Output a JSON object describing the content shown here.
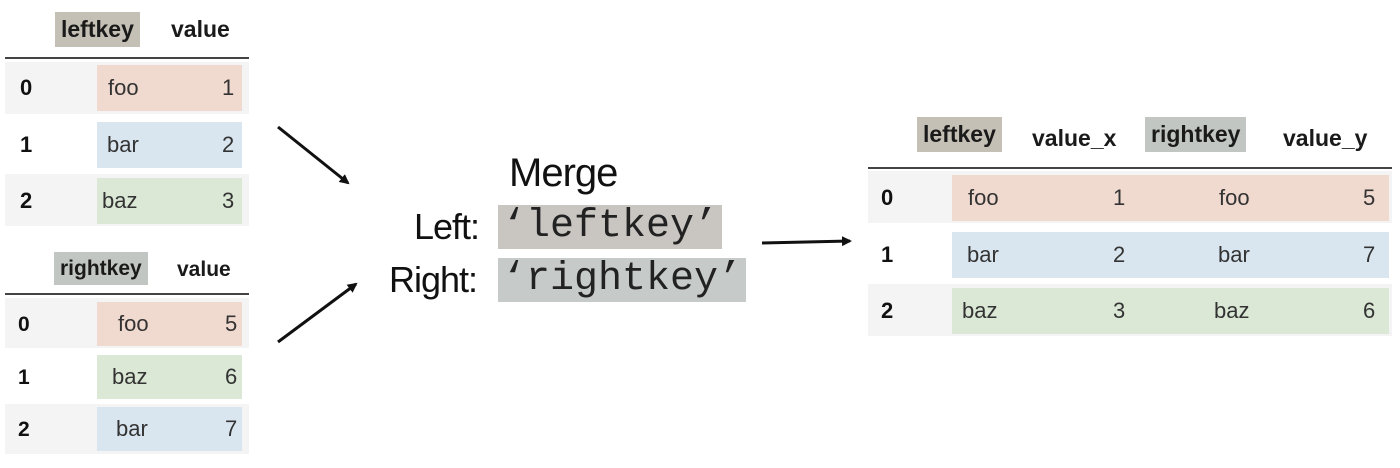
{
  "left_table": {
    "headers": [
      "leftkey",
      "value"
    ],
    "rows": [
      {
        "index": "0",
        "key": "foo",
        "value": "1"
      },
      {
        "index": "1",
        "key": "bar",
        "value": "2"
      },
      {
        "index": "2",
        "key": "baz",
        "value": "3"
      }
    ]
  },
  "right_table": {
    "headers": [
      "rightkey",
      "value"
    ],
    "rows": [
      {
        "index": "0",
        "key": "foo",
        "value": "5"
      },
      {
        "index": "1",
        "key": "baz",
        "value": "6"
      },
      {
        "index": "2",
        "key": "bar",
        "value": "7"
      }
    ]
  },
  "merge": {
    "title": "Merge",
    "left_label": "Left:",
    "left_on": "‘leftkey’",
    "right_label": "Right:",
    "right_on": "‘rightkey’"
  },
  "result_table": {
    "headers": [
      "leftkey",
      "value_x",
      "rightkey",
      "value_y"
    ],
    "rows": [
      {
        "index": "0",
        "leftkey": "foo",
        "value_x": "1",
        "rightkey": "foo",
        "value_y": "5"
      },
      {
        "index": "1",
        "leftkey": "bar",
        "value_x": "2",
        "rightkey": "bar",
        "value_y": "7"
      },
      {
        "index": "2",
        "leftkey": "baz",
        "value_x": "3",
        "rightkey": "baz",
        "value_y": "6"
      }
    ]
  },
  "colors": {
    "foo": "#f0d9cf",
    "bar": "#d9e6ef",
    "baz": "#dbe8d6",
    "key_highlight": "#c5c0b6"
  }
}
